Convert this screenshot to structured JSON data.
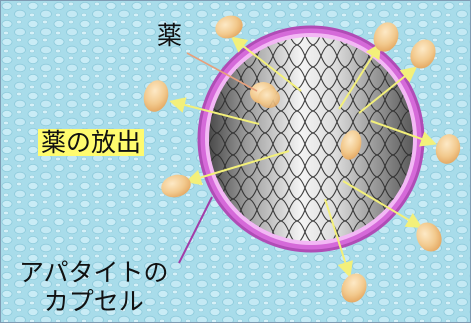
{
  "labels": {
    "drug": "薬",
    "drug_release": "薬の放出",
    "capsule_line1": "アパタイトの",
    "capsule_line2": "カプセル"
  },
  "colors": {
    "background": "#a8dcea",
    "shell": "#d56ad9",
    "drug_particle": "#f2c98d",
    "arrow": "#f3f07a",
    "mesh_line": "#2b2b2b",
    "highlight": "#fffb6e"
  }
}
